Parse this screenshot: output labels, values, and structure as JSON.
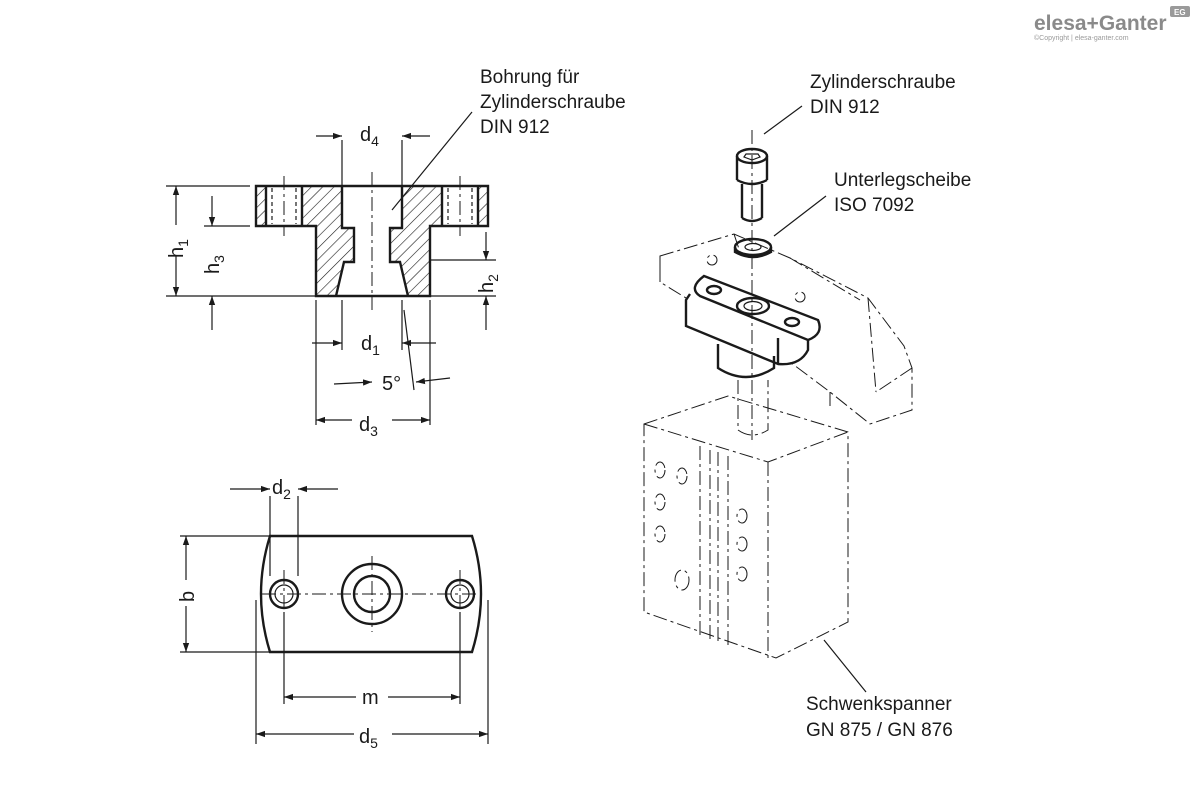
{
  "logo": {
    "brand": "elesa+Ganter",
    "badge": "EG",
    "copyright": "©Copyright | elesa-ganter.com"
  },
  "dimensions": {
    "d1": {
      "base": "d",
      "sub": "1"
    },
    "d2": {
      "base": "d",
      "sub": "2"
    },
    "d3": {
      "base": "d",
      "sub": "3"
    },
    "d4": {
      "base": "d",
      "sub": "4"
    },
    "d5": {
      "base": "d",
      "sub": "5"
    },
    "h1": {
      "base": "h",
      "sub": "1"
    },
    "h2": {
      "base": "h",
      "sub": "2"
    },
    "h3": {
      "base": "h",
      "sub": "3"
    },
    "b": "b",
    "m": "m",
    "angle": "5°"
  },
  "callouts": {
    "bore": [
      "Bohrung für",
      "Zylinderschraube",
      "DIN 912"
    ],
    "screw": [
      "Zylinderschraube",
      "DIN 912"
    ],
    "washer": [
      "Unterlegscheibe",
      "ISO 7092"
    ],
    "clamp": [
      "Schwenkspanner",
      "GN 875 / GN 876"
    ]
  }
}
